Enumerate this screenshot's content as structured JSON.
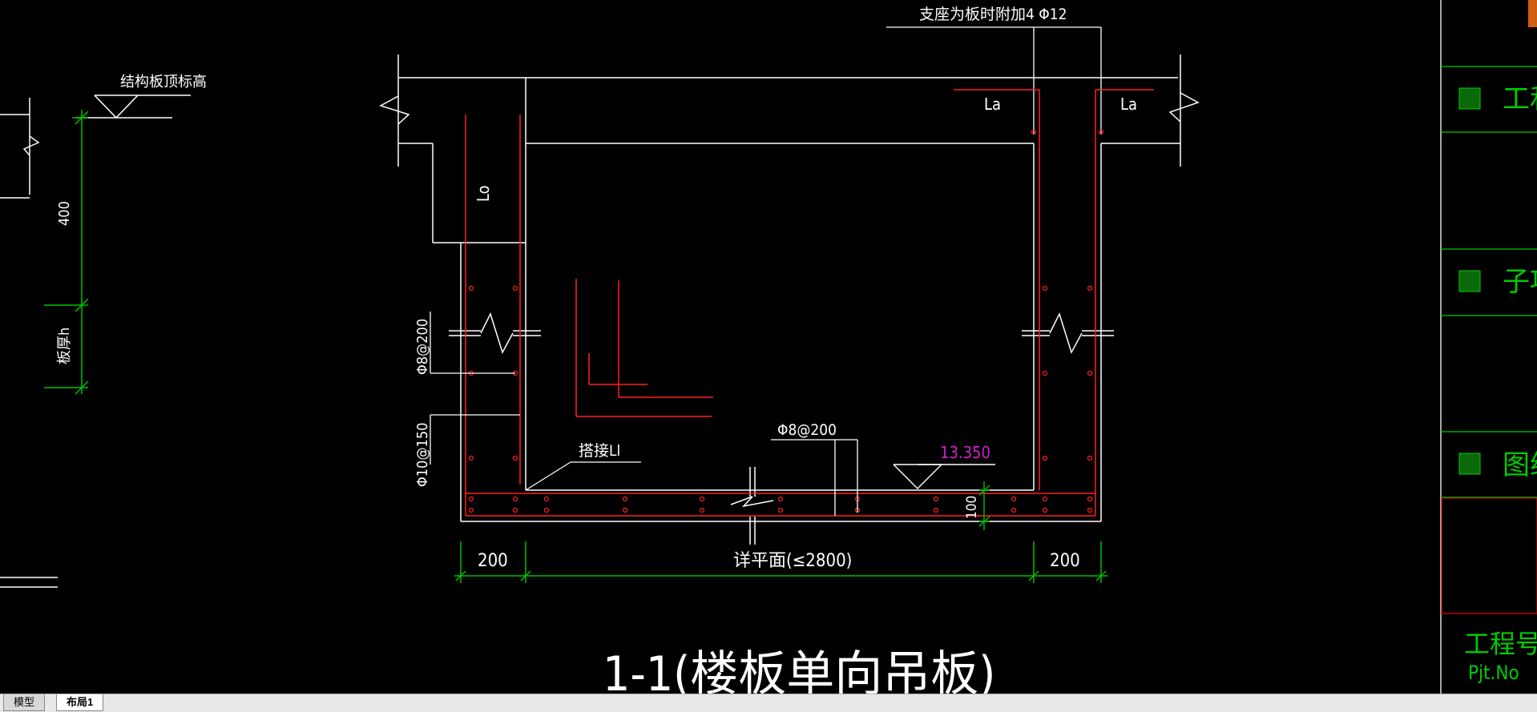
{
  "labels": {
    "support_note": "支座为板时附加4 Φ12",
    "top_elevation": "结构板顶标高",
    "dim_400": "400",
    "slab_thickness": "板厚h",
    "la_left": "La",
    "la_right": "La",
    "lo": "Lo",
    "rebar_phi8_200_vertical": "Φ8@200",
    "rebar_phi10_150": "Φ10@150",
    "lap": "搭接Ll",
    "rebar_phi8_200_bottom": "Φ8@200",
    "elevation": "13.350",
    "dim_100": "100",
    "dim_200_left": "200",
    "dim_span": "详平面(≤2800)",
    "dim_200_right": "200",
    "section_title": "1-1(楼板单向吊板)"
  },
  "title_block": {
    "item1": "工和",
    "item2": "子项",
    "item3": "图纸",
    "project_no_cn": "工程号",
    "project_no_en": "Pjt.No"
  },
  "tabs": {
    "model": "模型",
    "layout1": "布局1"
  },
  "colors": {
    "background": "#000000",
    "line_white": "#ffffff",
    "rebar_red": "#ff2020",
    "dimension_green": "#00c000",
    "elevation_magenta": "#d020d0",
    "titleblock_green": "#00cc00",
    "titleblock_red": "#c00000"
  }
}
